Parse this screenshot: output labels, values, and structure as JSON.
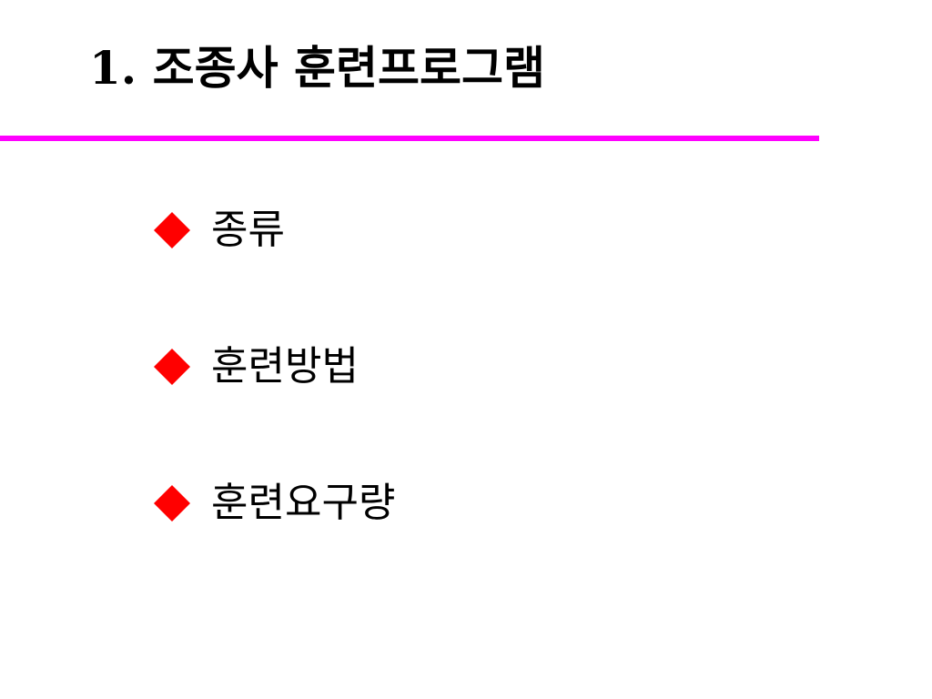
{
  "slide": {
    "title": "1. 조종사 훈련프로그램",
    "rule_color": "#ff00ff",
    "bullet_color": "#ff0000",
    "bullet_icon": "red-diamond-bullet",
    "bullets": [
      {
        "text": "종류"
      },
      {
        "text": "훈련방법"
      },
      {
        "text": "훈련요구량"
      }
    ]
  }
}
